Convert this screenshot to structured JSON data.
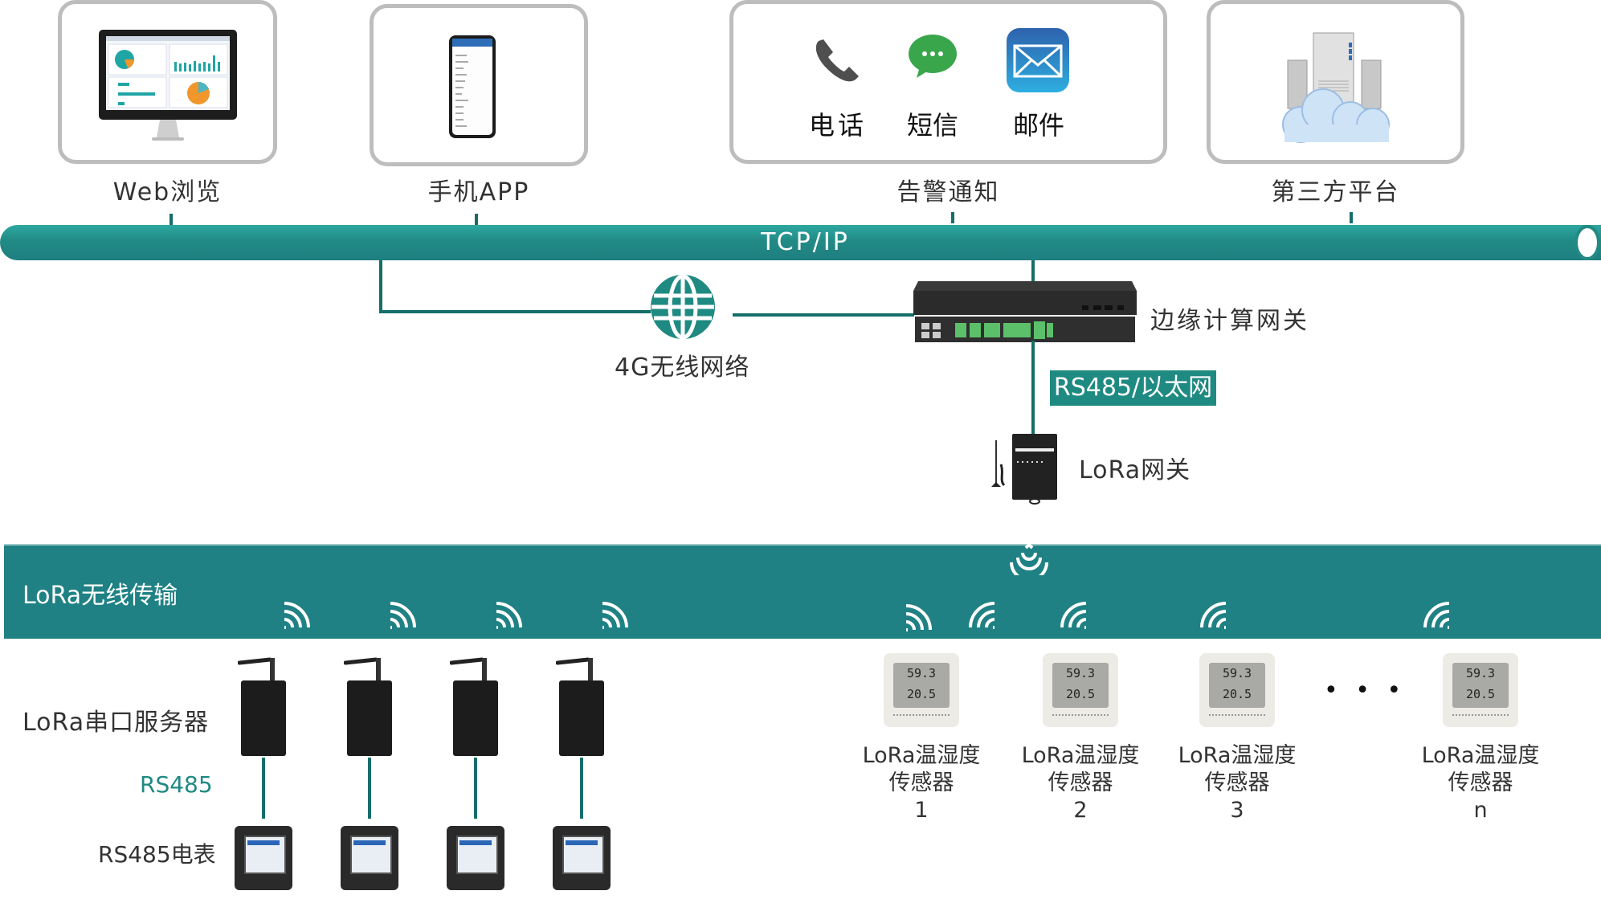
{
  "top_endpoints": [
    {
      "label": "Web浏览",
      "icon": "monitor-dashboard-icon"
    },
    {
      "label": "手机APP",
      "icon": "smartphone-icon"
    },
    {
      "label": "告警通知",
      "items": [
        {
          "label": "电话",
          "icon": "phone-icon"
        },
        {
          "label": "短信",
          "icon": "sms-chat-icon"
        },
        {
          "label": "邮件",
          "icon": "mail-icon"
        }
      ]
    },
    {
      "label": "第三方平台",
      "icon": "cloud-server-icon"
    }
  ],
  "network": {
    "backbone_label": "TCP/IP",
    "wireless_label": "4G无线网络",
    "edge_gateway_label": "边缘计算网关",
    "link_label": "RS485/以太网",
    "lora_gateway_label": "LoRa网关"
  },
  "lora_band": {
    "label": "LoRa无线传输"
  },
  "serial_section": {
    "server_label": "LoRa串口服务器",
    "link_label": "RS485",
    "meter_label": "RS485电表",
    "count": 4
  },
  "sensors": {
    "reading_temp": "59.3",
    "reading_humidity": "20.5",
    "ellipsis": "• • •",
    "items": [
      {
        "line1": "LoRa温湿度",
        "line2": "传感器",
        "index": "1"
      },
      {
        "line1": "LoRa温湿度",
        "line2": "传感器",
        "index": "2"
      },
      {
        "line1": "LoRa温湿度",
        "line2": "传感器",
        "index": "3"
      },
      {
        "line1": "LoRa温湿度",
        "line2": "传感器",
        "index": "n"
      }
    ]
  },
  "colors": {
    "teal": "#1f8184",
    "line": "#156e6a",
    "card_border": "#bdbdbd"
  }
}
